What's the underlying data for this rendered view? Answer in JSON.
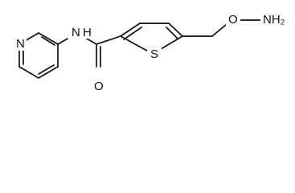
{
  "molecule": {
    "labels": {
      "pyridine_n": "N",
      "amide_nh_n": "N",
      "amide_nh_h": "H",
      "carbonyl_o": "O",
      "thiophene_s": "S",
      "ether_o": "O",
      "amine_nh2": "NH₂"
    }
  }
}
